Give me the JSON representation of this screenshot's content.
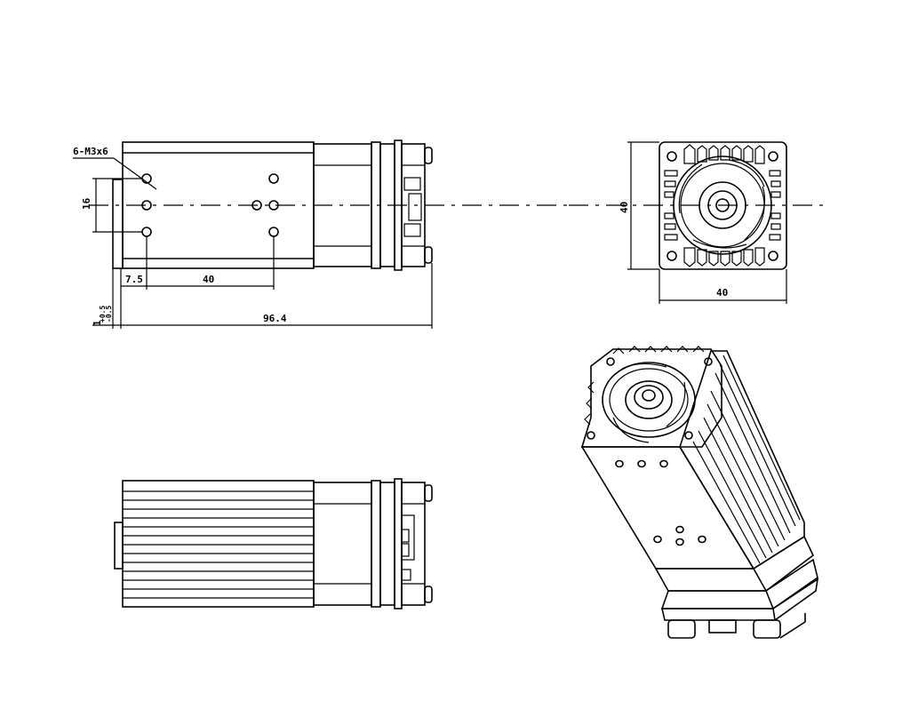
{
  "annotations": {
    "hole_spec": "6-M3x6",
    "dim_16": "16",
    "dim_7_5": "7.5",
    "dim_40_side": "40",
    "dim_96_4": "96.4",
    "tol_plus": "+0.5",
    "tol_minus": "-0.5",
    "tol_base": "1",
    "dim_40_front_v": "40",
    "dim_40_front_h": "40"
  }
}
